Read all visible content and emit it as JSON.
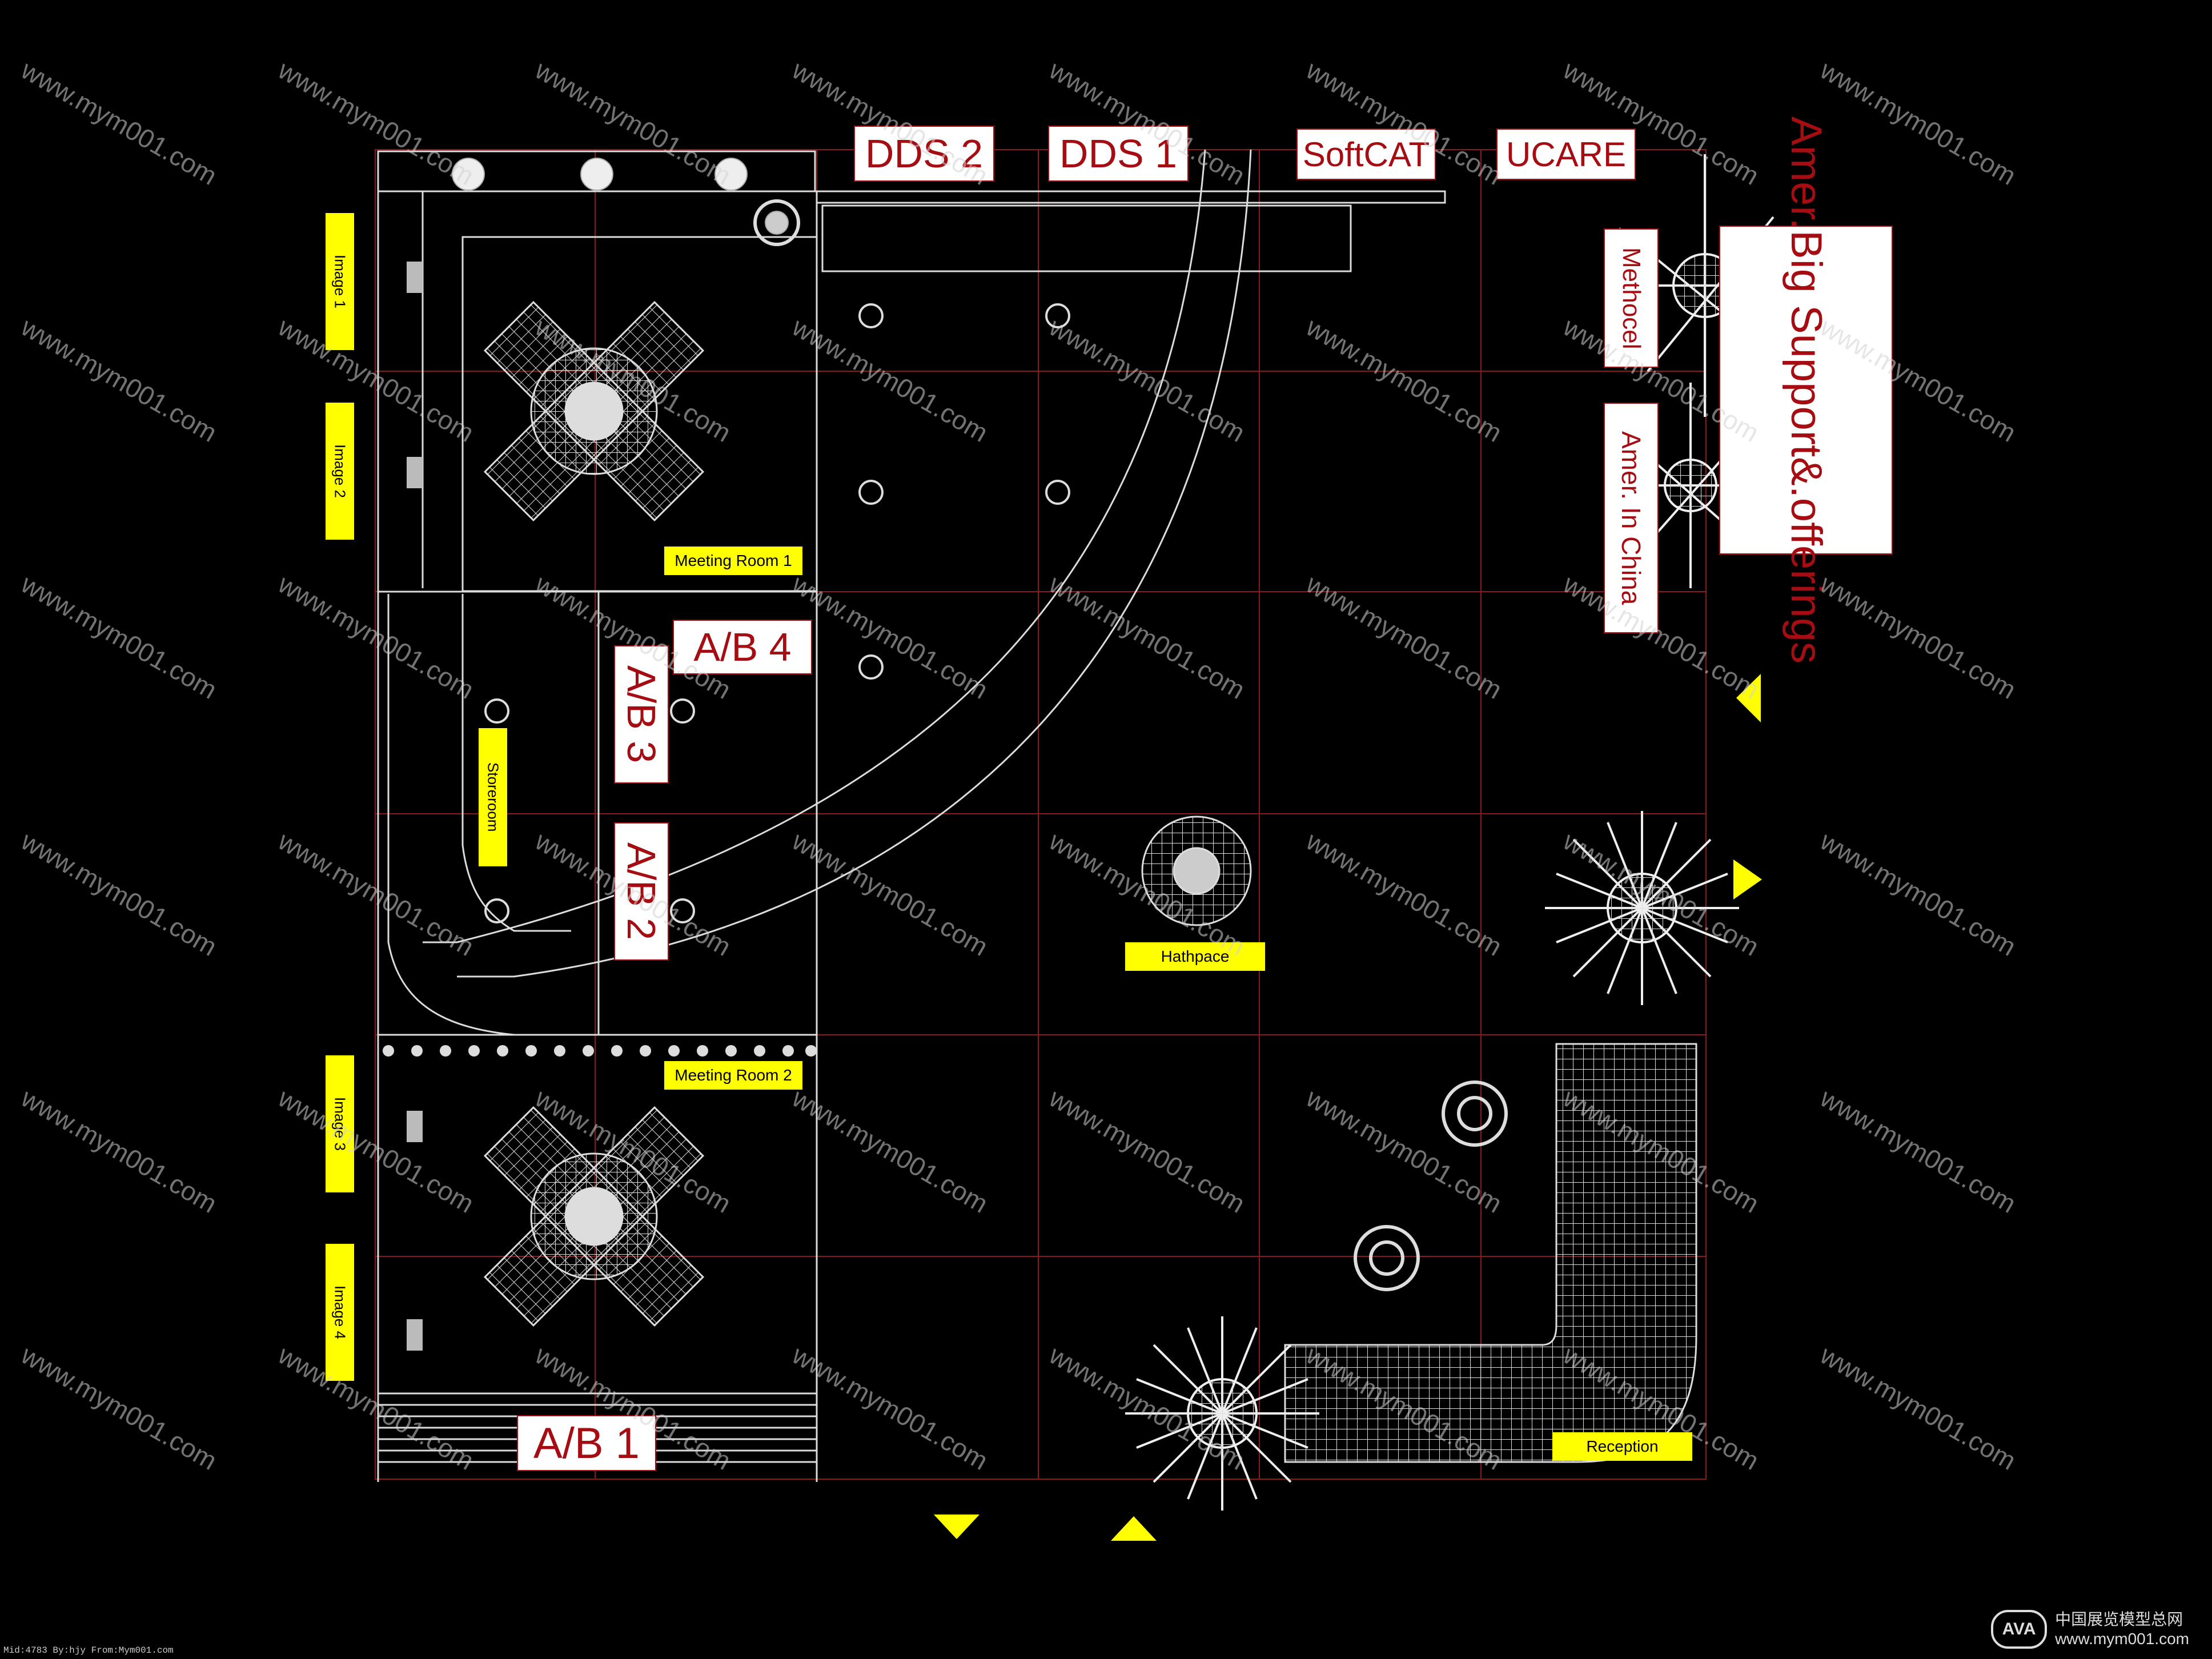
{
  "booth_labels": {
    "dds2": "DDS 2",
    "dds1": "DDS 1",
    "softcat": "SoftCAT",
    "ucare": "UCARE",
    "methocell": "Methocel",
    "amer_china": "Amer. In China",
    "amer_big": "Amer.",
    "amer_big2": "Big Support",
    "amer_big3": "&.offerings",
    "ab1": "A/B 1",
    "ab2": "A/B 2",
    "ab3": "A/B 3",
    "ab4": "A/B 4"
  },
  "yellow_labels": {
    "image1": "Image 1",
    "image2": "Image 2",
    "image3": "Image 3",
    "image4": "Image 4",
    "meeting1": "Meeting Room 1",
    "meeting2": "Meeting Room 2",
    "storeroom": "Storeroom",
    "hathpace": "Hathpace",
    "reception": "Reception"
  },
  "watermark_text": "www.mym001.com",
  "footer": {
    "left": "Mid:4783 By:hjy From:Mym001.com",
    "logo": "AVA",
    "right1": "中国展览模型总网",
    "right2": "www.mym001.com"
  },
  "colors": {
    "background": "#000000",
    "grid_red": "#8b1a1a",
    "label_red": "#a50d12",
    "label_yellow": "#ffff00",
    "wireframe": "#dcdcdc"
  }
}
